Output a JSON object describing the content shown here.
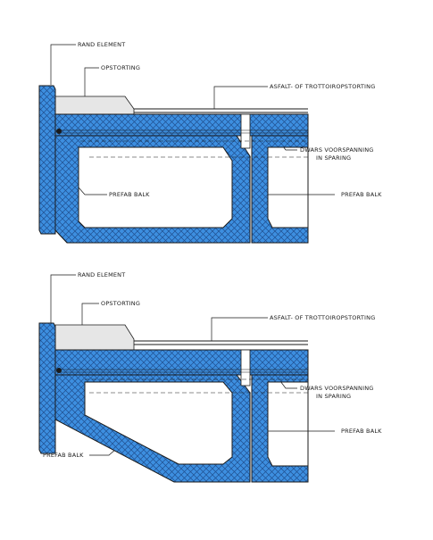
{
  "palette": {
    "concrete_fill": "#3d8fe0",
    "hatch_line": "#1f4f8f",
    "topping_fill": "#e6e6e6",
    "line": "#1a1a1a"
  },
  "top_section": {
    "labels": {
      "rand_element": "RAND ELEMENT",
      "opstorting": "OPSTORTING",
      "asfalt": "ASFALT- OF TROTTOIROPSTORTING",
      "dwars_line1": "DWARS VOORSPANNING",
      "dwars_line2": "IN SPARING",
      "prefab_balk_left": "PREFAB BALK",
      "prefab_balk_right": "PREFAB BALK"
    }
  },
  "bottom_section": {
    "labels": {
      "rand_element": "RAND ELEMENT",
      "opstorting": "OPSTORTING",
      "asfalt": "ASFALT- OF TROTTOIROPSTORTING",
      "dwars_line1": "DWARS VOORSPANNING",
      "dwars_line2": "IN SPARING",
      "prefab_balk_right": "PREFAB BALK",
      "prefab_balk_left": "PREFAB BALK"
    }
  }
}
